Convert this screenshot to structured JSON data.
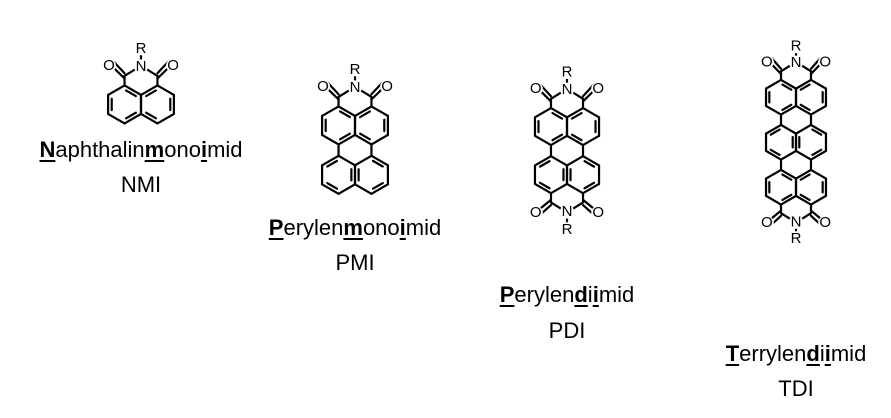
{
  "molecules": [
    {
      "id": "nmi",
      "name_parts": [
        {
          "t": "N",
          "b": true
        },
        {
          "t": "aphthalin",
          "b": false
        },
        {
          "t": "m",
          "b": true
        },
        {
          "t": "ono",
          "b": false
        },
        {
          "t": "i",
          "b": true
        },
        {
          "t": "mid",
          "b": false
        }
      ],
      "abbr": "NMI",
      "rings": 2,
      "imides": 1
    },
    {
      "id": "pmi",
      "name_parts": [
        {
          "t": "P",
          "b": true
        },
        {
          "t": "erylen",
          "b": false
        },
        {
          "t": "m",
          "b": true
        },
        {
          "t": "ono",
          "b": false
        },
        {
          "t": "i",
          "b": true
        },
        {
          "t": "mid",
          "b": false
        }
      ],
      "abbr": "PMI",
      "rings": 4,
      "imides": 1
    },
    {
      "id": "pdi",
      "name_parts": [
        {
          "t": "P",
          "b": true
        },
        {
          "t": "erylen",
          "b": false
        },
        {
          "t": "d",
          "b": true
        },
        {
          "t": "i",
          "b": false
        },
        {
          "t": "i",
          "b": true
        },
        {
          "t": "mid",
          "b": false
        }
      ],
      "abbr": "PDI",
      "rings": 4,
      "imides": 2
    },
    {
      "id": "tdi",
      "name_parts": [
        {
          "t": "T",
          "b": true
        },
        {
          "t": "errylen",
          "b": false
        },
        {
          "t": "d",
          "b": true
        },
        {
          "t": "i",
          "b": false
        },
        {
          "t": "i",
          "b": true
        },
        {
          "t": "mid",
          "b": false
        }
      ],
      "abbr": "TDI",
      "rings": 6,
      "imides": 2
    }
  ],
  "atoms": {
    "oxygen": "O",
    "nitrogen": "N",
    "substituent": "R"
  }
}
